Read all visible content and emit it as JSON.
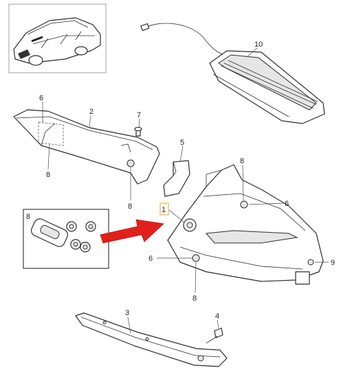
{
  "callouts": {
    "c1": "1",
    "c2": "2",
    "c3": "3",
    "c4": "4",
    "c5": "5",
    "c6a": "6",
    "c6b": "6",
    "c6c": "6",
    "c7": "7",
    "c8a": "8",
    "c8b": "8",
    "c8c": "8",
    "c8d": "8",
    "c8e": "8",
    "c9": "9",
    "c10": "10"
  },
  "inset": {
    "label": "8"
  },
  "colors": {
    "arrow": "#e0201b",
    "highlight_box": "#e8b24a",
    "line": "#2b2b2b"
  }
}
